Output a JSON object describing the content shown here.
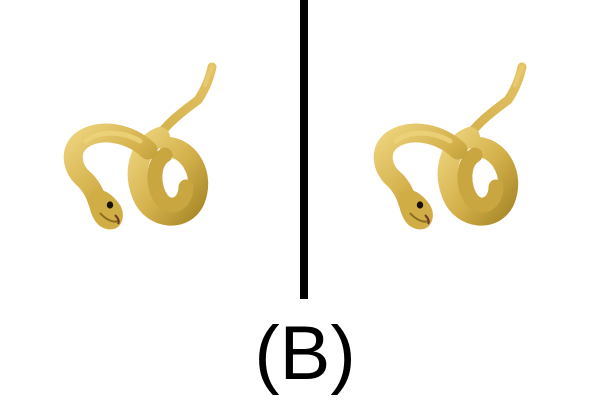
{
  "caption": "(B)",
  "colors": {
    "divider": "#000000",
    "snake_body": "#d3b04a",
    "snake_shadow": "#a98a2a",
    "snake_highlight": "#ecd27a"
  },
  "panels": [
    {
      "image": "coiled-yellow-snake"
    },
    {
      "image": "coiled-yellow-snake"
    }
  ]
}
